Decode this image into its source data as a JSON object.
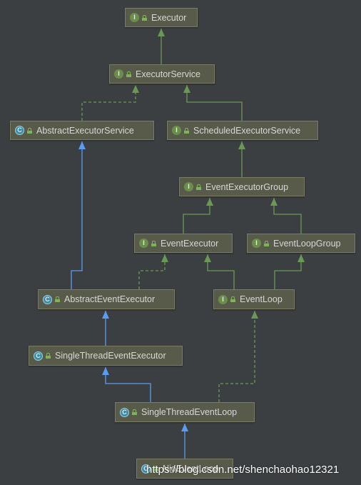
{
  "nodes": {
    "executor": {
      "label": "Executor",
      "kind": "interface",
      "badge": "I"
    },
    "executor_service": {
      "label": "ExecutorService",
      "kind": "interface",
      "badge": "I"
    },
    "abstract_executor_service": {
      "label": "AbstractExecutorService",
      "kind": "abstract-class",
      "badge": "C"
    },
    "scheduled_executor_service": {
      "label": "ScheduledExecutorService",
      "kind": "interface",
      "badge": "I"
    },
    "event_executor_group": {
      "label": "EventExecutorGroup",
      "kind": "interface",
      "badge": "I"
    },
    "event_executor": {
      "label": "EventExecutor",
      "kind": "interface",
      "badge": "I"
    },
    "event_loop_group": {
      "label": "EventLoopGroup",
      "kind": "interface",
      "badge": "I"
    },
    "abstract_event_executor": {
      "label": "AbstractEventExecutor",
      "kind": "abstract-class",
      "badge": "C"
    },
    "event_loop": {
      "label": "EventLoop",
      "kind": "interface",
      "badge": "I"
    },
    "single_thread_event_executor": {
      "label": "SingleThreadEventExecutor",
      "kind": "abstract-class",
      "badge": "C"
    },
    "single_thread_event_loop": {
      "label": "SingleThreadEventLoop",
      "kind": "abstract-class",
      "badge": "C"
    },
    "nio_event_loop": {
      "label": "NioEventLoop",
      "kind": "class",
      "badge": "C"
    }
  },
  "edges": [
    {
      "from": "executor_service",
      "to": "executor",
      "type": "extends-interface"
    },
    {
      "from": "abstract_executor_service",
      "to": "executor_service",
      "type": "implements"
    },
    {
      "from": "scheduled_executor_service",
      "to": "executor_service",
      "type": "extends-interface"
    },
    {
      "from": "event_executor_group",
      "to": "scheduled_executor_service",
      "type": "extends-interface"
    },
    {
      "from": "event_executor",
      "to": "event_executor_group",
      "type": "extends-interface"
    },
    {
      "from": "event_loop_group",
      "to": "event_executor_group",
      "type": "extends-interface"
    },
    {
      "from": "abstract_event_executor",
      "to": "abstract_executor_service",
      "type": "extends-class"
    },
    {
      "from": "abstract_event_executor",
      "to": "event_executor",
      "type": "implements"
    },
    {
      "from": "event_loop",
      "to": "event_executor",
      "type": "extends-interface"
    },
    {
      "from": "event_loop",
      "to": "event_loop_group",
      "type": "extends-interface"
    },
    {
      "from": "single_thread_event_executor",
      "to": "abstract_event_executor",
      "type": "extends-class"
    },
    {
      "from": "single_thread_event_loop",
      "to": "single_thread_event_executor",
      "type": "extends-class"
    },
    {
      "from": "single_thread_event_loop",
      "to": "event_loop",
      "type": "implements"
    },
    {
      "from": "nio_event_loop",
      "to": "single_thread_event_loop",
      "type": "extends-class"
    }
  ],
  "colors": {
    "background": "#3c3f41",
    "node_fill": "#595b4a",
    "interface_edge": "#6a9955",
    "class_edge": "#5a9cf0"
  },
  "watermark": "https://blog.csdn.net/shenchaohao12321"
}
